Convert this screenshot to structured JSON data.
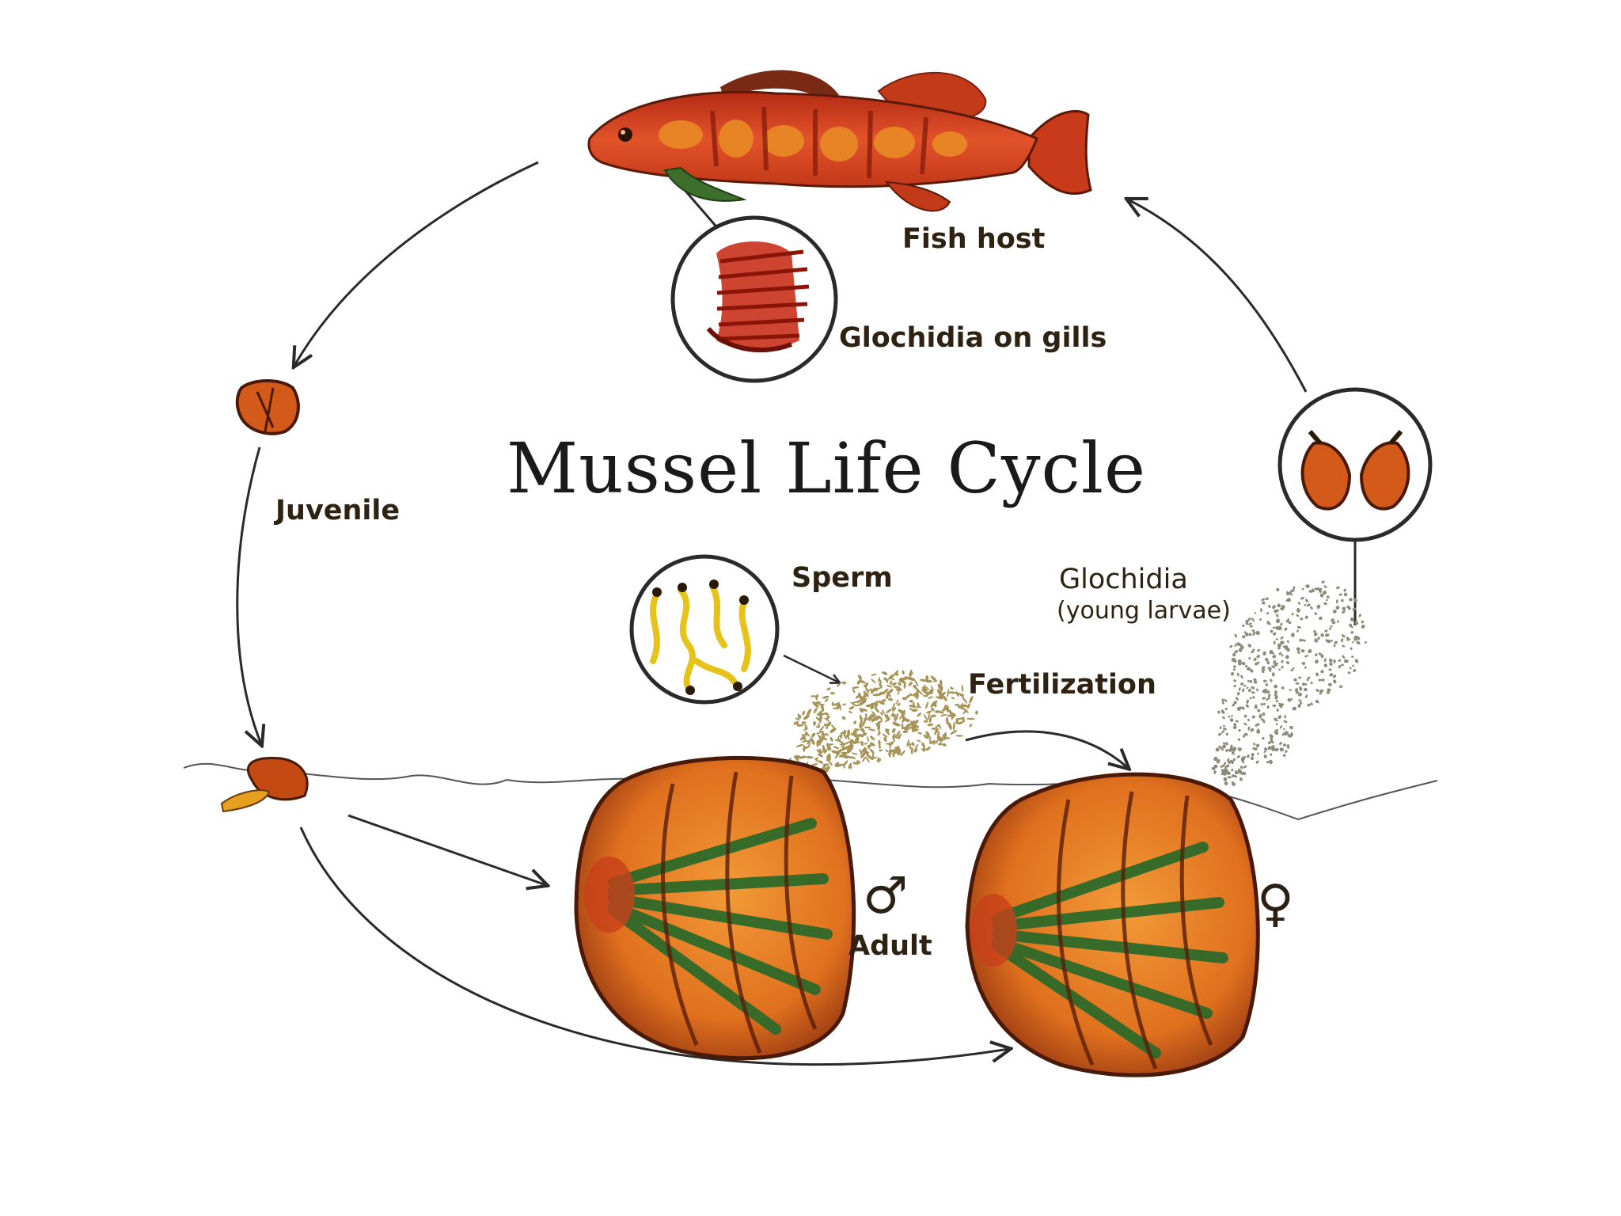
{
  "title": "Mussel Life Cycle",
  "labels": {
    "fish_host": "Fish host",
    "glochidia_on_gills": "Glochidia on gills",
    "juvenile": "Juvenile",
    "sperm": "Sperm",
    "glochidia": "Glochidia",
    "young_larvae": "(young larvae)",
    "fertilization": "Fertilization",
    "adult": "Adult",
    "male_symbol": "♂",
    "female_symbol": "♀"
  },
  "colors": {
    "shell_orange": "#e0701e",
    "shell_dark": "#7a2a10",
    "shell_band": "#2e6a2a",
    "fish_red": "#d43a1e",
    "fish_orange": "#e98a26",
    "sperm_yellow": "#e6c21a",
    "line": "#2a2a2a"
  },
  "icons": [
    "fish-host-icon",
    "gill-magnifier-icon",
    "juvenile-mussel-icon",
    "sperm-magnifier-icon",
    "glochidium-magnifier-icon",
    "male-mussel-icon",
    "female-mussel-icon"
  ]
}
